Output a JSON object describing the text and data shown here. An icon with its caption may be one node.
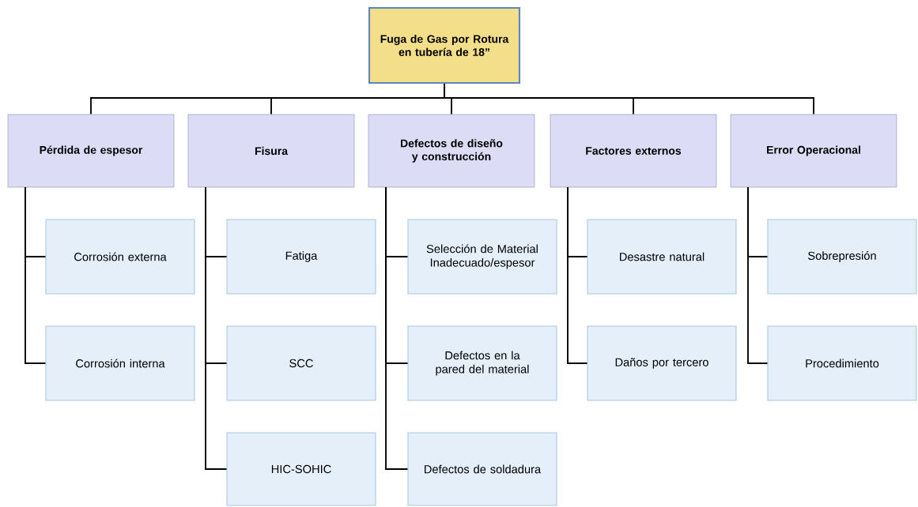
{
  "diagram": {
    "nodes": [
      {
        "text": [
          "Fuga de Gas por Rotura en tubería de 18”"
        ]
      },
      {
        "text": [
          "Pérdida de espesor"
        ]
      },
      {
        "text": [
          "Fisura"
        ]
      },
      {
        "text": [
          "Defectos de diseño y construcción"
        ]
      },
      {
        "text": [
          "Factores externos"
        ]
      },
      {
        "text": [
          "Error Operacional"
        ]
      },
      {
        "text": [
          "Corrosión externa"
        ]
      },
      {
        "text": [
          "Corrosión interna"
        ]
      },
      {
        "text": [
          "Fatiga"
        ]
      },
      {
        "text": [
          "SCC"
        ]
      },
      {
        "text": [
          "HIC-SOHIC"
        ]
      },
      {
        "text": [
          "Selección de Material Inadecuado/espesor"
        ]
      },
      {
        "text": [
          "Defectos en la pared del material"
        ]
      },
      {
        "text": [
          "Defectos de soldadura"
        ]
      },
      {
        "text": [
          "Desastre natural"
        ]
      },
      {
        "text": [
          "Daños por tercero"
        ]
      },
      {
        "text": [
          "Sobrepresión"
        ]
      },
      {
        "text": [
          "Procedimiento"
        ]
      }
    ],
    "edges": [
      {
        "from": 0,
        "to": 1,
        "arrow": "none"
      },
      {
        "from": 0,
        "to": 2,
        "arrow": "none"
      },
      {
        "from": 0,
        "to": 3,
        "arrow": "none"
      },
      {
        "from": 0,
        "to": 4,
        "arrow": "none"
      },
      {
        "from": 0,
        "to": 5,
        "arrow": "none"
      },
      {
        "from": 1,
        "to": 6,
        "arrow": "none"
      },
      {
        "from": 1,
        "to": 7,
        "arrow": "none"
      },
      {
        "from": 2,
        "to": 8,
        "arrow": "none"
      },
      {
        "from": 2,
        "to": 9,
        "arrow": "none"
      },
      {
        "from": 2,
        "to": 10,
        "arrow": "none"
      },
      {
        "from": 3,
        "to": 11,
        "arrow": "none"
      },
      {
        "from": 3,
        "to": 12,
        "arrow": "none"
      },
      {
        "from": 3,
        "to": 13,
        "arrow": "none"
      },
      {
        "from": 4,
        "to": 14,
        "arrow": "none"
      },
      {
        "from": 4,
        "to": 15,
        "arrow": "none"
      },
      {
        "from": 5,
        "to": 16,
        "arrow": "none"
      },
      {
        "from": 5,
        "to": 17,
        "arrow": "none"
      }
    ]
  }
}
